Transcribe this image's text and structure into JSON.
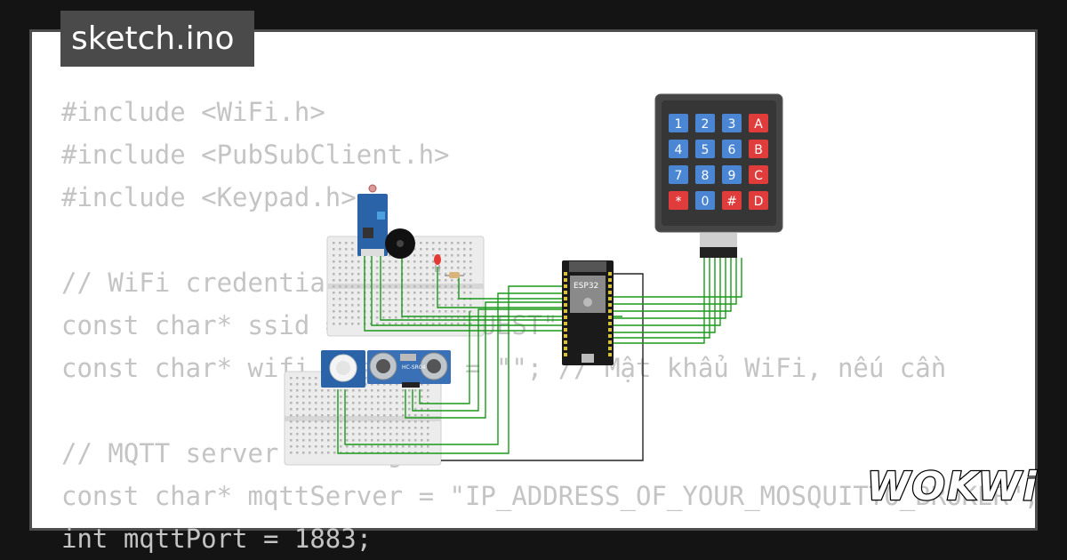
{
  "title_tab": {
    "label": "sketch.ino"
  },
  "code_lines": [
    "#include <WiFi.h>",
    "#include <PubSubClient.h>",
    "#include <Keypad.h>",
    "",
    "// WiFi credentials",
    "const char* ssid = \"Wokwi-GUEST\";",
    "const char* wifi_password = \"\"; // Mật khẩu WiFi, nếu cần",
    "",
    "// MQTT server settings",
    "const char* mqttServer = \"IP_ADDRESS_OF_YOUR_MOSQUITTO_BROKER\";",
    "int mqttPort = 1883;"
  ],
  "logo": {
    "text": "WOKWi"
  },
  "keypad": {
    "keys": [
      "1",
      "2",
      "3",
      "A",
      "4",
      "5",
      "6",
      "B",
      "7",
      "8",
      "9",
      "C",
      "*",
      "0",
      "#",
      "D"
    ],
    "colors": {
      "digit": "#4a86d4",
      "letter": "#e03c3c",
      "body": "#454545"
    }
  },
  "esp32": {
    "label": "ESP32",
    "body_color": "#1a1a1a"
  },
  "ultrasonic": {
    "label": "HC-SR04",
    "body_color": "#3a70b5"
  },
  "accent": {
    "wire": "#1a9a1a",
    "led": "#e53935"
  }
}
